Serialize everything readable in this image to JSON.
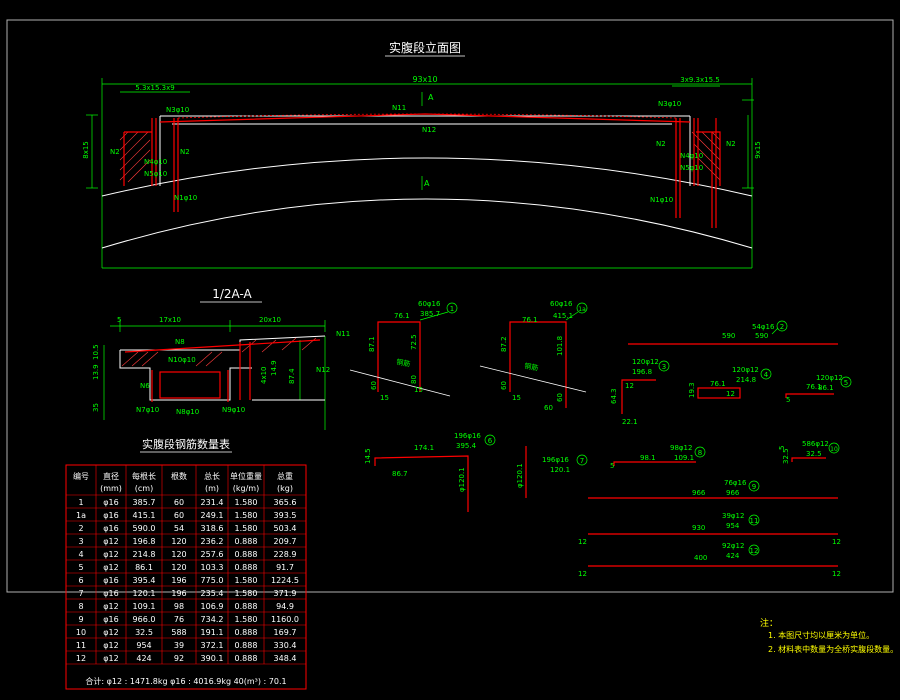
{
  "colors": {
    "background": "#000000",
    "dimension": "#00ff00",
    "outline": "#ffffff",
    "rebar": "#ff0000",
    "note": "#ffff00",
    "frame": "#b0b0b0"
  },
  "elevation": {
    "title": "实腹段立面图",
    "dims": {
      "top_total": "93x10",
      "left_top": "5.3x15.3x9",
      "right_top": "3x9.3x15.5",
      "left_side": "8x15",
      "right_side": "9x15",
      "section_mark_top": "A",
      "section_mark_bottom": "A"
    },
    "labels": {
      "n11": "N11",
      "n12": "N12",
      "n3_left": "N3φ10",
      "n3_right": "N3φ10",
      "n2_left": "N2",
      "n2_left_b": "N2",
      "n2_right": "N2",
      "n2_right_b": "N2",
      "n4_left": "N4φ10",
      "n5_left": "N5φ10",
      "n4_right": "N4φ10",
      "n5_right": "N5φ10",
      "n1_left": "N1φ10",
      "n1_right": "N1φ10"
    }
  },
  "section": {
    "title": "1/2A-A",
    "dims": {
      "edge": "5",
      "left_span": "17x10",
      "right_span": "20x10",
      "left_h1": "10.5",
      "left_h2": "13.9",
      "left_h3": "35",
      "mid_h1": "4x10",
      "mid_h2": "14.9",
      "mid_h3": "87.4"
    },
    "labels": {
      "n8": "N8",
      "n11": "N11",
      "n10": "N10φ10",
      "n6": "N6",
      "n7": "N7φ10",
      "n9": "N9φ10",
      "n8b": "N8φ10",
      "n12": "N12"
    }
  },
  "bars": [
    {
      "label": "60φ16",
      "num": "1",
      "len": "385.7",
      "top": "76.1",
      "a": "87.1",
      "b": "72.5",
      "c": "60",
      "d": "80",
      "e": "15",
      "f": "15",
      "mark": "钢筋"
    },
    {
      "label": "60φ16",
      "num": "1a",
      "len": "415.1",
      "top": "76.1",
      "a": "87.2",
      "b": "101.8",
      "c": "60",
      "d": "60",
      "e": "15",
      "f": "60",
      "mark": "钢筋"
    },
    {
      "label": "54φ16",
      "num": "2",
      "len": "590",
      "left": "590"
    },
    {
      "label": "120φ12",
      "num": "3",
      "len": "196.8",
      "a": "12",
      "b": "64.3",
      "c": "22.1"
    },
    {
      "label": "120φ12",
      "num": "4",
      "len": "214.8",
      "a": "76.1",
      "b": "19.3",
      "c": "12"
    },
    {
      "label": "120φ12",
      "num": "5",
      "len": "86.1",
      "a": "76.1",
      "b": "5"
    },
    {
      "label": "196φ16",
      "num": "6",
      "len": "395.4",
      "a": "174.1",
      "b": "14.5",
      "c": "86.7",
      "d": "φ120.1"
    },
    {
      "label": "196φ16",
      "num": "7",
      "len": "120.1",
      "a": "φ120.1"
    },
    {
      "label": "98φ12",
      "num": "8",
      "len": "109.1",
      "a": "98.1",
      "b": "5"
    },
    {
      "label": "586φ12",
      "num": "10",
      "len": "32.5",
      "a": "32.5",
      "b": "5"
    },
    {
      "label": "76φ16",
      "num": "9",
      "len": "966",
      "left": "966"
    },
    {
      "label": "39φ12",
      "num": "11",
      "len": "954",
      "left": "930",
      "a": "12",
      "b": "12"
    },
    {
      "label": "92φ12",
      "num": "12",
      "len": "424",
      "left": "400",
      "a": "12",
      "b": "12"
    }
  ],
  "table": {
    "title": "实腹段钢筋数量表",
    "headers": [
      "编号",
      "直径",
      "每根长",
      "根数",
      "总长",
      "单位重量",
      "总重"
    ],
    "units": [
      "",
      "(mm)",
      "(cm)",
      "",
      "(m)",
      "(kg/m)",
      "(kg)"
    ],
    "rows": [
      [
        "1",
        "φ16",
        "385.7",
        "60",
        "231.4",
        "1.580",
        "365.6"
      ],
      [
        "1a",
        "φ16",
        "415.1",
        "60",
        "249.1",
        "1.580",
        "393.5"
      ],
      [
        "2",
        "φ16",
        "590.0",
        "54",
        "318.6",
        "1.580",
        "503.4"
      ],
      [
        "3",
        "φ12",
        "196.8",
        "120",
        "236.2",
        "0.888",
        "209.7"
      ],
      [
        "4",
        "φ12",
        "214.8",
        "120",
        "257.6",
        "0.888",
        "228.9"
      ],
      [
        "5",
        "φ12",
        "86.1",
        "120",
        "103.3",
        "0.888",
        "91.7"
      ],
      [
        "6",
        "φ16",
        "395.4",
        "196",
        "775.0",
        "1.580",
        "1224.5"
      ],
      [
        "7",
        "φ16",
        "120.1",
        "196",
        "235.4",
        "1.580",
        "371.9"
      ],
      [
        "8",
        "φ12",
        "109.1",
        "98",
        "106.9",
        "0.888",
        "94.9"
      ],
      [
        "9",
        "φ16",
        "966.0",
        "76",
        "734.2",
        "1.580",
        "1160.0"
      ],
      [
        "10",
        "φ12",
        "32.5",
        "588",
        "191.1",
        "0.888",
        "169.7"
      ],
      [
        "11",
        "φ12",
        "954",
        "39",
        "372.1",
        "0.888",
        "330.4"
      ],
      [
        "12",
        "φ12",
        "424",
        "92",
        "390.1",
        "0.888",
        "348.4"
      ]
    ],
    "total": "合计: φ12 : 1471.8kg  φ16 : 4016.9kg  40(m³) : 70.1"
  },
  "notes": {
    "title": "注：",
    "items": [
      "1. 本图尺寸均以厘米为单位。",
      "2. 材料表中数量为全桥实腹段数量。"
    ]
  }
}
